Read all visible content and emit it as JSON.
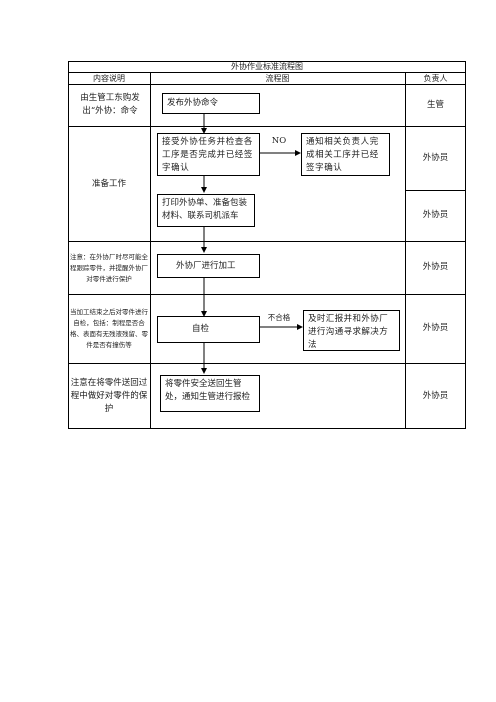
{
  "title": "外协作业标准流程图",
  "headers": {
    "content": "内容说明",
    "flow": "流程图",
    "owner": "负责人"
  },
  "rows": [
    {
      "content": "由生管工东购发出“外协：命令",
      "owner": "生管"
    },
    {
      "content": "准备工作",
      "owner_1": "外协员",
      "owner_2": "外协员"
    },
    {
      "content": "注意：在外协厂时尽可能全程跟踪零件，并提醒外协厂对零件进行保护",
      "owner": "外协员"
    },
    {
      "content": "当加工结束之后对零件进行自检，包括：制程是否合格、表面有无残液残留、零件是否有撞伤等",
      "owner": "外协员"
    },
    {
      "content": "注意在将零件送回过程中做好对零件的保护",
      "owner": "外协员"
    }
  ],
  "flow": {
    "step1": "发布外协命令",
    "step2": "接受外协任务并检查各工序是否完成并已经签字确认",
    "no_label": "NO",
    "side1": "通知相关负责人完成相关工序并已经签字确认",
    "step3": "打印外协单、准备包装材料、联系司机派车",
    "step4": "外协厂进行加工",
    "step5": "自检",
    "fail_label": "不合格",
    "side2": "及时汇报并和外协厂进行沟通寻求解决方法",
    "step6": "将零件安全送回生管处，通知生管进行报检"
  }
}
